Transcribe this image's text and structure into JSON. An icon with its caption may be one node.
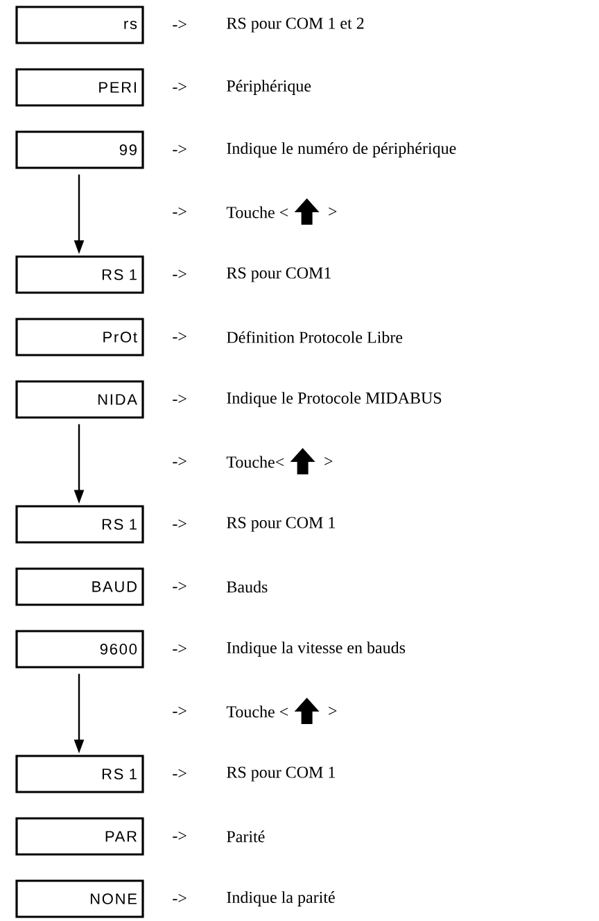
{
  "diagram": {
    "nodes": [
      {
        "text": [
          "rs"
        ],
        "beside": [
          "->",
          "RS pour COM 1 et 2"
        ]
      },
      {
        "text": [
          "PERI"
        ],
        "beside": [
          "->",
          "Périphérique"
        ]
      },
      {
        "text": [
          "99"
        ],
        "beside": [
          "->",
          "Indique le numéro de périphérique"
        ]
      },
      {
        "text": [
          "RS 1"
        ],
        "beside": [
          "->",
          "RS pour COM1"
        ]
      },
      {
        "text": [
          "PrOt"
        ],
        "beside": [
          "->",
          "Définition Protocole Libre"
        ]
      },
      {
        "text": [
          "NIDA"
        ],
        "beside": [
          "->",
          "Indique le Protocole MIDABUS"
        ]
      },
      {
        "text": [
          "RS 1"
        ],
        "beside": [
          "->",
          "RS pour COM 1"
        ]
      },
      {
        "text": [
          "BAUD"
        ],
        "beside": [
          "->",
          "Bauds"
        ]
      },
      {
        "text": [
          "9600"
        ],
        "beside": [
          "->",
          "Indique la vitesse en bauds"
        ]
      },
      {
        "text": [
          "RS 1"
        ],
        "beside": [
          "->",
          "RS pour COM 1"
        ]
      },
      {
        "text": [
          "PAR"
        ],
        "beside": [
          "->",
          "Parité"
        ]
      },
      {
        "text": [
          "NONE"
        ],
        "beside": [
          "->",
          "Indique la parité"
        ]
      }
    ],
    "edges": [
      {
        "from": 2,
        "to": 3,
        "arrow": "to"
      },
      {
        "from": 5,
        "to": 6,
        "arrow": "to"
      },
      {
        "from": 8,
        "to": 9,
        "arrow": "to"
      }
    ],
    "labels": [
      "->",
      "Touche <",
      ">",
      "->",
      "Touche<",
      ">",
      "->",
      "Touche <",
      ">"
    ]
  }
}
